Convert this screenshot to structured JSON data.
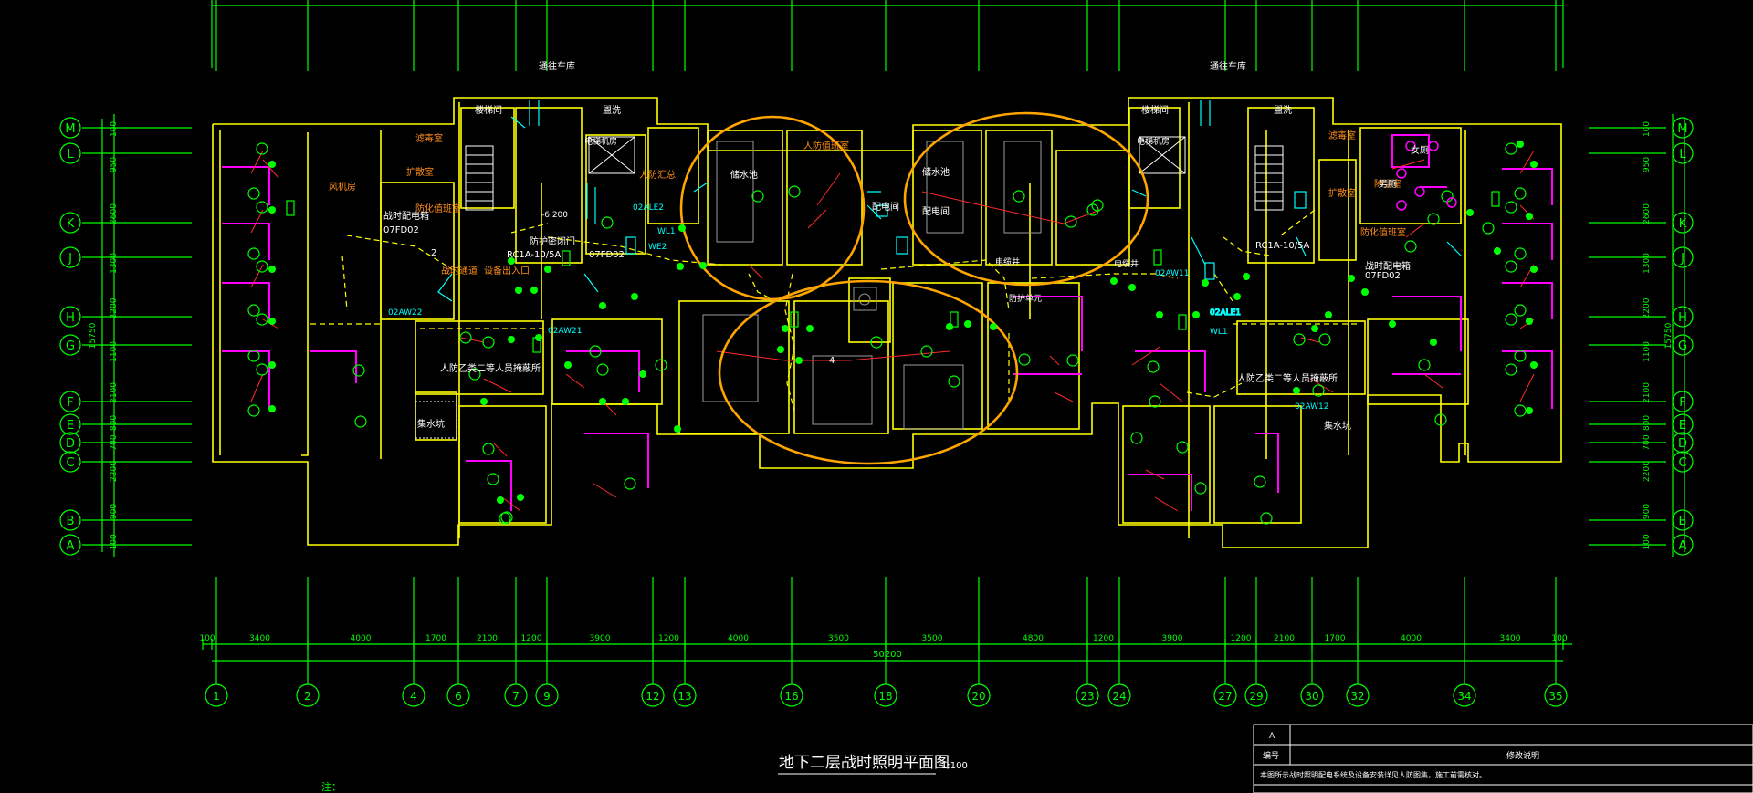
{
  "drawing": {
    "title": "地下二层战时照明平面图",
    "scale": "1:100",
    "note": "注："
  },
  "axes": {
    "bottom_labels": [
      "1",
      "2",
      "4",
      "6",
      "7",
      "9",
      "12",
      "13",
      "16",
      "18",
      "20",
      "23",
      "24",
      "27",
      "29",
      "30",
      "32",
      "34",
      "35"
    ],
    "bottom_dims": [
      "100",
      "3400",
      "4000",
      "1700",
      "2100",
      "1200",
      "3900",
      "1200",
      "4000",
      "3500",
      "3500",
      "4800",
      "1200",
      "3900",
      "1200",
      "2100",
      "1700",
      "4000",
      "3400",
      "100"
    ],
    "total_dim": "50200",
    "side_labels": [
      "M",
      "L",
      "K",
      "J",
      "H",
      "G",
      "F",
      "E",
      "D",
      "C",
      "B",
      "A"
    ],
    "side_dims": [
      "100",
      "950",
      "2600",
      "1300",
      "2200",
      "1100",
      "2100",
      "800",
      "700",
      "2200",
      "900",
      "100"
    ],
    "side_total": "15750"
  },
  "rooms": {
    "orange": [
      "风机房",
      "滤毒室",
      "扩散室",
      "防化值班室",
      "战时通道",
      "设备出入口",
      "人防汇总",
      "人防值班室",
      "滤毒室",
      "扩散室",
      "除尘室",
      "防化值班室"
    ],
    "white": [
      "楼梯间",
      "楼梯间",
      "电梯机房",
      "电梯机房",
      "通往车库",
      "通往车库",
      "盥洗",
      "盥洗",
      "女厕",
      "男厕",
      "储水池",
      "储水池",
      "配电间",
      "配电间",
      "防护密闭门",
      "集水坑",
      "集水坑",
      "人防乙类二等人员掩蔽所",
      "人防乙类二等人员掩蔽所",
      "战时配电箱",
      "战时配电箱",
      "电缆井",
      "电缆井",
      "防护单元"
    ],
    "codes": [
      "07FD02",
      "07FD02",
      "07FD02",
      "RC1A-10/5A",
      "RC1A-10/5A",
      "02ALE1",
      "02ALE2",
      "02AW22",
      "02AW21",
      "02AW11",
      "02AW12",
      "WL1",
      "WL1",
      "WE2",
      "2",
      "4",
      "-6.200"
    ]
  },
  "title_block": {
    "row1": "A",
    "row2_left": "编号",
    "row2_right": "修改说明",
    "row3": "本图所示战时照明配电系统及设备安装详见人防图集，施工前需核对。"
  },
  "colors": {
    "background": "#000000",
    "walls": "#ffff00",
    "grid": "#00ff00",
    "highlight": "#ffa500",
    "partitions": "#ff00ff",
    "wiring": "#ff2a2a",
    "equipment": "#00ffff"
  }
}
